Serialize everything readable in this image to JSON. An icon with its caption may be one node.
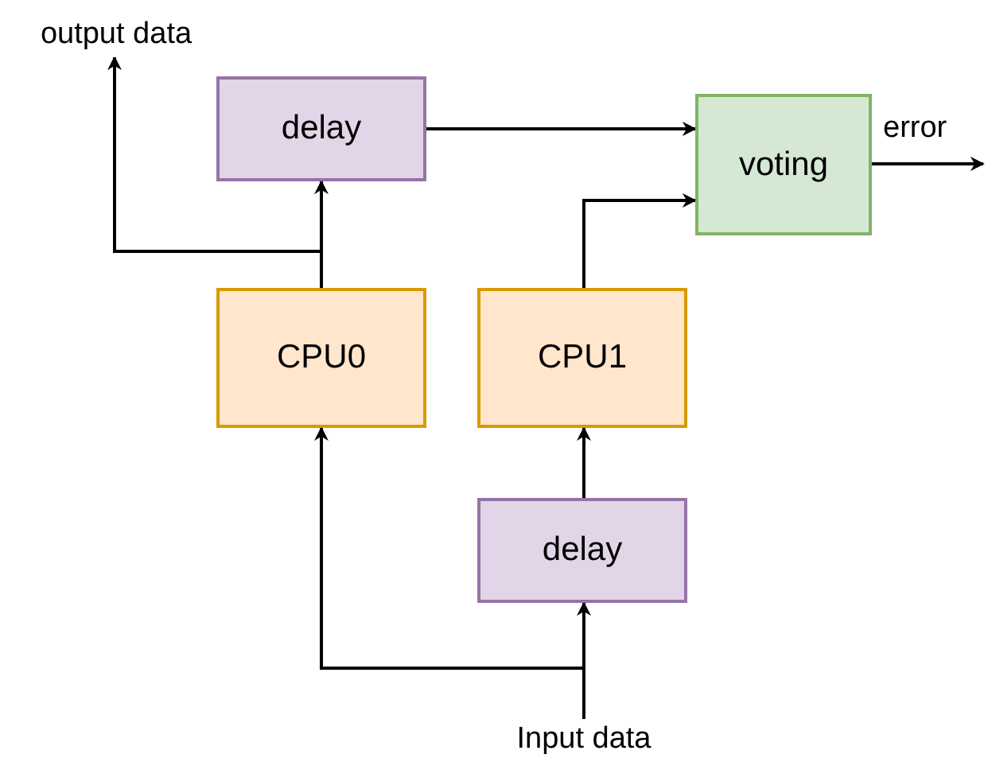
{
  "diagram": {
    "nodes": [
      {
        "text": [
          "output data"
        ]
      },
      {
        "text": [
          "delay"
        ]
      },
      {
        "text": [
          "voting"
        ]
      },
      {
        "text": [
          "CPU0"
        ]
      },
      {
        "text": [
          "CPU1"
        ]
      },
      {
        "text": [
          "delay"
        ]
      },
      {
        "text": [
          "Input data"
        ]
      }
    ],
    "edges": [
      {
        "from": 6,
        "to": 5,
        "arrow": "to"
      },
      {
        "from": 6,
        "to": 3,
        "arrow": "to"
      },
      {
        "from": 5,
        "to": 4,
        "arrow": "to"
      },
      {
        "from": 3,
        "to": 1,
        "arrow": "to"
      },
      {
        "from": 3,
        "to": 0,
        "arrow": "to"
      },
      {
        "from": 1,
        "to": 2,
        "arrow": "to"
      },
      {
        "from": 4,
        "to": 2,
        "arrow": "to"
      },
      {
        "from": 2,
        "to": null,
        "arrow": "to",
        "label": "error"
      }
    ]
  }
}
